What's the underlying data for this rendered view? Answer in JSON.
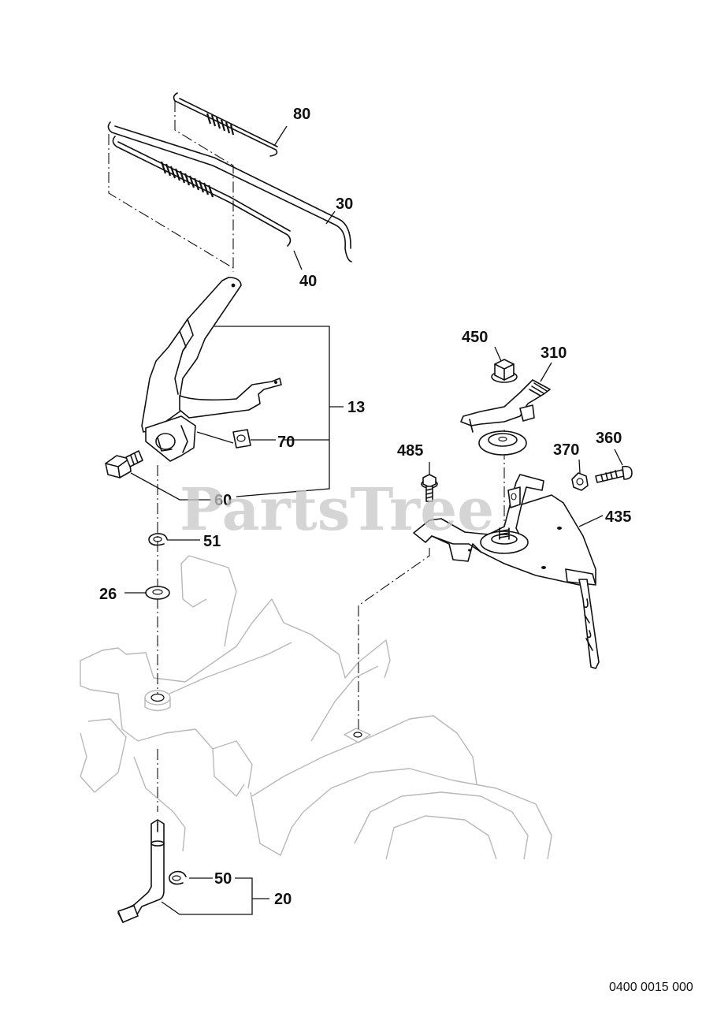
{
  "watermark": "PartsTree",
  "document_number": "0400 0015 000",
  "callouts": {
    "c80": "80",
    "c30": "30",
    "c40": "40",
    "c13": "13",
    "c70": "70",
    "c60": "60",
    "c51": "51",
    "c26": "26",
    "c50": "50",
    "c20": "20",
    "c450": "450",
    "c310": "310",
    "c485": "485",
    "c370": "370",
    "c360": "360",
    "c435": "435"
  }
}
